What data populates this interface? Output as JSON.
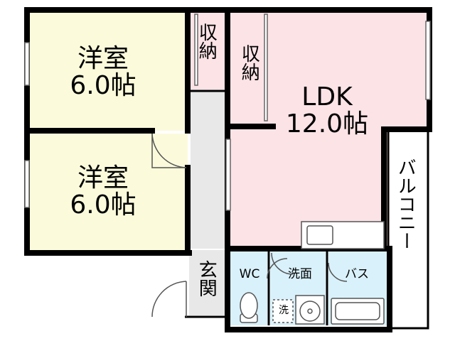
{
  "rooms": {
    "western_room_1": {
      "name": "洋室",
      "size": "6.0帖",
      "fill": "#fbfbdc"
    },
    "western_room_2": {
      "name": "洋室",
      "size": "6.0帖",
      "fill": "#fbfbdc"
    },
    "ldk": {
      "name": "LDK",
      "size": "12.0帖",
      "fill": "#fbe3e6"
    },
    "storage_1": {
      "name": "収納"
    },
    "storage_2": {
      "name": "収納"
    },
    "entrance": {
      "name": "玄関"
    },
    "wc": {
      "name": "WC",
      "fill": "#d9f1fb"
    },
    "washroom": {
      "name": "洗面",
      "fill": "#d9f1fb"
    },
    "bath": {
      "name": "バス",
      "fill": "#d9f1fb"
    },
    "washer": {
      "name": "洗"
    },
    "balcony": {
      "name": "バルコニー"
    }
  },
  "colors": {
    "wall": "#000000",
    "corridor": "#e8e8e8",
    "line": "#444444"
  }
}
